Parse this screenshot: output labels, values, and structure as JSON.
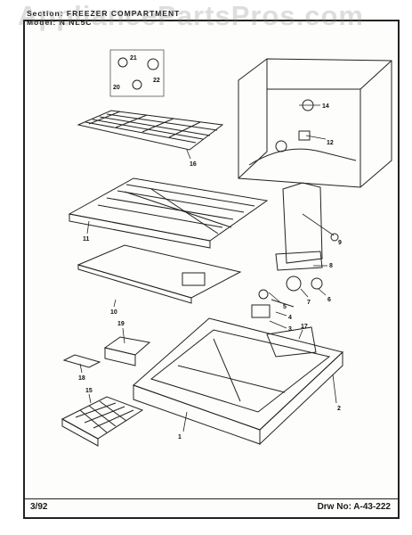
{
  "watermark": "AppliancePartsPros.com",
  "header": {
    "section": "Section: FREEZER COMPARTMENT",
    "model": "Model: N NL5C"
  },
  "footer": {
    "date": "3/92",
    "drawing_no": "Drw No: A-43-222"
  },
  "callouts": [
    "21",
    "22",
    "20",
    "16",
    "14",
    "12",
    "11",
    "9",
    "8",
    "10",
    "7",
    "6",
    "5",
    "4",
    "3",
    "19",
    "17",
    "18",
    "2",
    "15",
    "1"
  ]
}
